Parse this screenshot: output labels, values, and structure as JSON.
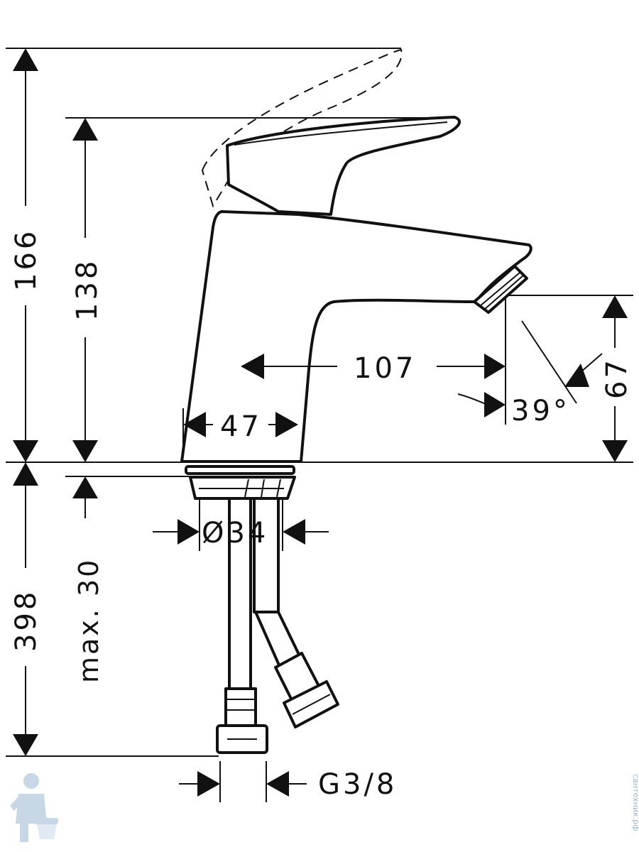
{
  "dimensions": {
    "total_height": "166",
    "spout_height": "138",
    "spout_reach": "107",
    "body_diameter": "47",
    "outlet_height": "67",
    "outlet_angle": "39°",
    "thread_diameter": "Ø34",
    "max_thickness": "max. 30",
    "hose_length": "398",
    "connection": "G3/8"
  },
  "watermark": {
    "text": "сантехник.рф",
    "color": "#9bb7d0"
  }
}
